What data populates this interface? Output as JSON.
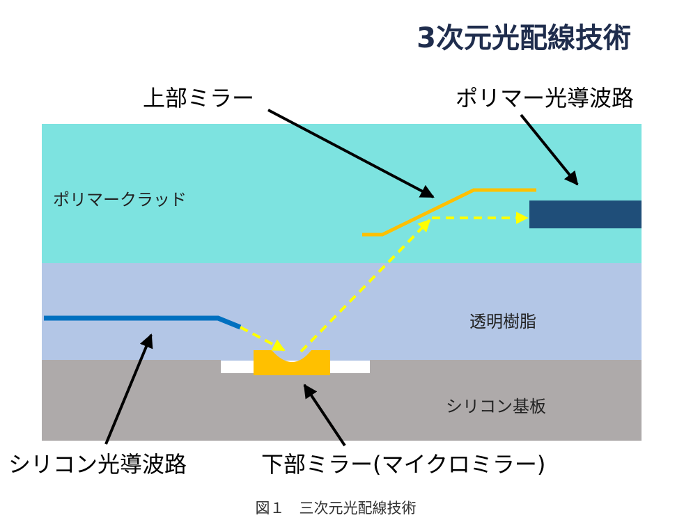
{
  "title": "3次元光配線技術",
  "labels": {
    "upper_mirror": "上部ミラー",
    "polymer_waveguide": "ポリマー光導波路",
    "polymer_clad": "ポリマークラッド",
    "transparent_resin": "透明樹脂",
    "silicon_substrate": "シリコン基板",
    "silicon_waveguide": "シリコン光導波路",
    "lower_mirror": "下部ミラー(マイクロミラー)"
  },
  "caption": "図１　三次元光配線技術",
  "colors": {
    "polymer_clad": "#7de3e0",
    "transparent_resin": "#b3c6e6",
    "silicon_substrate": "#aeaaaa",
    "polymer_waveguide": "#1f4e79",
    "silicon_waveguide": "#0070c0",
    "mirror": "#ffc000",
    "light_path": "#ffff00",
    "arrow": "#000000",
    "title": "#1f2d4d"
  }
}
